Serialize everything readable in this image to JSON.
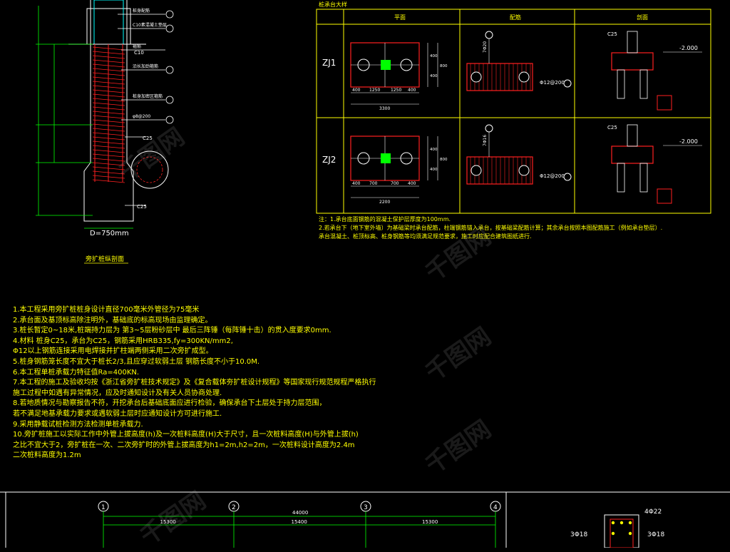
{
  "pile_section": {
    "diameter_label": "D=750mm",
    "concrete_top": "C10",
    "concrete_mid": "C25",
    "concrete_bottom": "C25",
    "title": "旁扩桩纵剖面",
    "callouts": [
      "桩身配筋",
      "C10素混凝土垫层",
      "箍筋",
      "沿长加劲箍筋",
      "桩身加密区箍筋",
      "φ8@200"
    ]
  },
  "detail_table": {
    "title": "桩承台大样",
    "col_headers": [
      "平面",
      "配筋",
      "剖面"
    ],
    "rows": [
      {
        "id": "ZJ1",
        "plan_dims_bottom": [
          "400",
          "1250",
          "1250",
          "400"
        ],
        "plan_total": "3300",
        "plan_side": [
          "400",
          "400",
          "800"
        ],
        "reinf_top": "7Φ20",
        "reinf_side": "Φ12@200",
        "section_conc": "C25",
        "section_elev": "-2.000"
      },
      {
        "id": "ZJ2",
        "plan_dims_bottom": [
          "400",
          "700",
          "700",
          "400"
        ],
        "plan_total": "2200",
        "plan_side": [
          "400",
          "400",
          "800"
        ],
        "reinf_top": "7Φ16",
        "reinf_side": "Φ12@200",
        "section_conc": "C25",
        "section_elev": "-2.000"
      }
    ],
    "notes": [
      "注：1.承台底面钢筋的混凝土保护层厚度为100mm.",
      "2.若承台下（地下室外墙）为基础梁时承台配筋，柱端钢筋锚入承台，按基础梁配筋计算；其余承台按照本图配筋施工（例如承台垫层）.",
      "承台混凝土、桩顶标高、桩身钢筋等均须满足规范要求，施工时应配合建筑图纸进行."
    ]
  },
  "general_notes": [
    "1.本工程采用旁扩桩桩身设计直径700毫米外管径为75毫米",
    "2.承台面及基顶标高除注明外，基础底的标高现场由监理确定。",
    "3.桩长暂定0~18米,桩端持力层为 第3~5层粉砂层中 最后三阵锤（每阵锤十击）的贯入度要求0mm.",
    "4.材料 桩身C25，承台为C25，钢筋采用HRB335,fy=300KN/mm2,",
    "  Φ12以上钢筋连接采用电焊接并扩柱端两侧采用二次旁扩成型。",
    "5.桩身钢筋笼长度不宜大于桩长2/3,且应穿过软弱土层 钢筋长度不小于10.0M.",
    "6.本工程单桩承载力特征值Ra=400KN.",
    "7.本工程的施工及验收均按《浙江省旁扩桩技术规定》及《复合载体夯扩桩设计规程》等国家现行规范规程严格执行",
    "  施工过程中如遇有异常情况，应及时通知设计及有关人员协商处理.",
    "8.若地质情况与勘察报告不符，开挖承台后基础底面应进行检验，确保承台下土层处于持力层范围，",
    "  若不满足地基承载力要求或遇软弱土层时应通知设计方可进行施工.",
    "9.采用静载试桩检测方法检测单桩承载力.",
    "10.旁扩桩施工以实际工作中外管上拔高度(h)及一次桩料高度(H)大于尺寸，且一次桩料高度(H)与外管上拔(h)",
    "  之比不宜大于2，旁扩桩在一次、二次旁扩时的外管上拔高度为h1=2m,h2=2m，一次桩料设计高度为2.4m",
    "  二次桩料高度为1.2m"
  ],
  "lower_plan": {
    "axes": [
      "1",
      "2",
      "3",
      "4"
    ],
    "total_span": "44000",
    "spans": [
      "15300",
      "15400",
      "15300"
    ],
    "detail_labels": [
      "4Φ22",
      "3Φ18",
      "3Φ18"
    ]
  },
  "watermark": "千图网",
  "colors": {
    "background": "#000000",
    "cad_yellow": "#ffff00",
    "cad_white": "#ffffff",
    "cad_red": "#ff2020",
    "cad_green": "#00ff00",
    "cad_cyan": "#00ffff"
  }
}
